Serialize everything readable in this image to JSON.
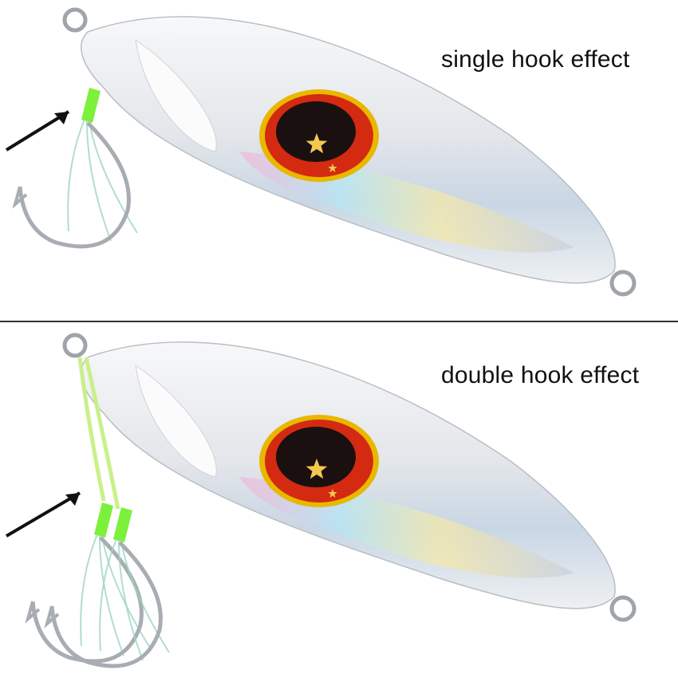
{
  "panels": [
    {
      "caption": "single hook effect",
      "hook_count": 1
    },
    {
      "caption": "double hook effect",
      "hook_count": 2
    }
  ],
  "colors": {
    "lure_body": "#e9ecef",
    "eye_outer": "#e8b800",
    "eye_red": "#d42a12",
    "eye_black": "#1a1010",
    "star": "#f2c94c",
    "hook_sleeve": "#7cf03a",
    "arrow": "#111111",
    "divider": "#333333"
  }
}
